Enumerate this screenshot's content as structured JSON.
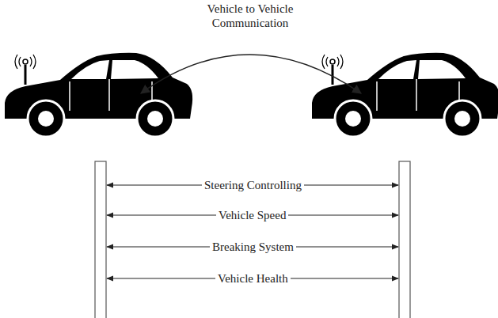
{
  "diagram": {
    "labels": [
      "Vehicle to Vehicle Communication",
      "Steering Controlling",
      "Vehicle Speed",
      "Breaking System",
      "Vehicle Health"
    ]
  }
}
